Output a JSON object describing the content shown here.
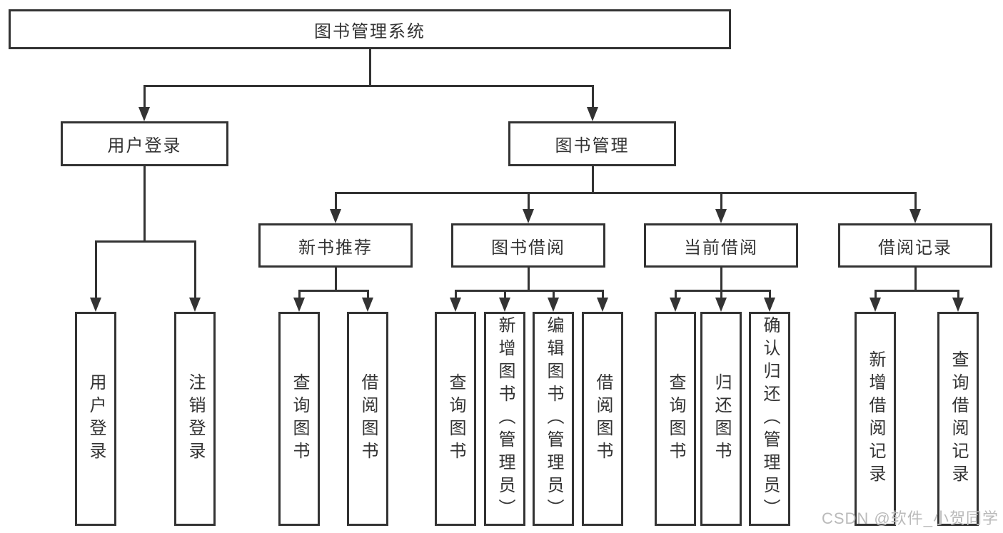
{
  "tree": {
    "root": "图书管理系统",
    "level2": [
      "用户登录",
      "图书管理"
    ],
    "level3": [
      "新书推荐",
      "图书借阅",
      "当前借阅",
      "借阅记录"
    ],
    "leaves_user_login": [
      "用户登录",
      "注销登录"
    ],
    "leaves_new_books": [
      "查询图书",
      "借阅图书"
    ],
    "leaves_book_borrow": [
      "查询图书",
      "新增图书（管理员）",
      "编辑图书（管理员）",
      "借阅图书"
    ],
    "leaves_current_borrow": [
      "查询图书",
      "归还图书",
      "确认归还（管理员）"
    ],
    "leaves_borrow_records": [
      "新增借阅记录",
      "查询借阅记录"
    ]
  },
  "watermark": "CSDN @软件_小贺同学",
  "colors": {
    "line": "#333333",
    "text": "#333333",
    "watermark": "#bababa",
    "background": "#ffffff"
  }
}
